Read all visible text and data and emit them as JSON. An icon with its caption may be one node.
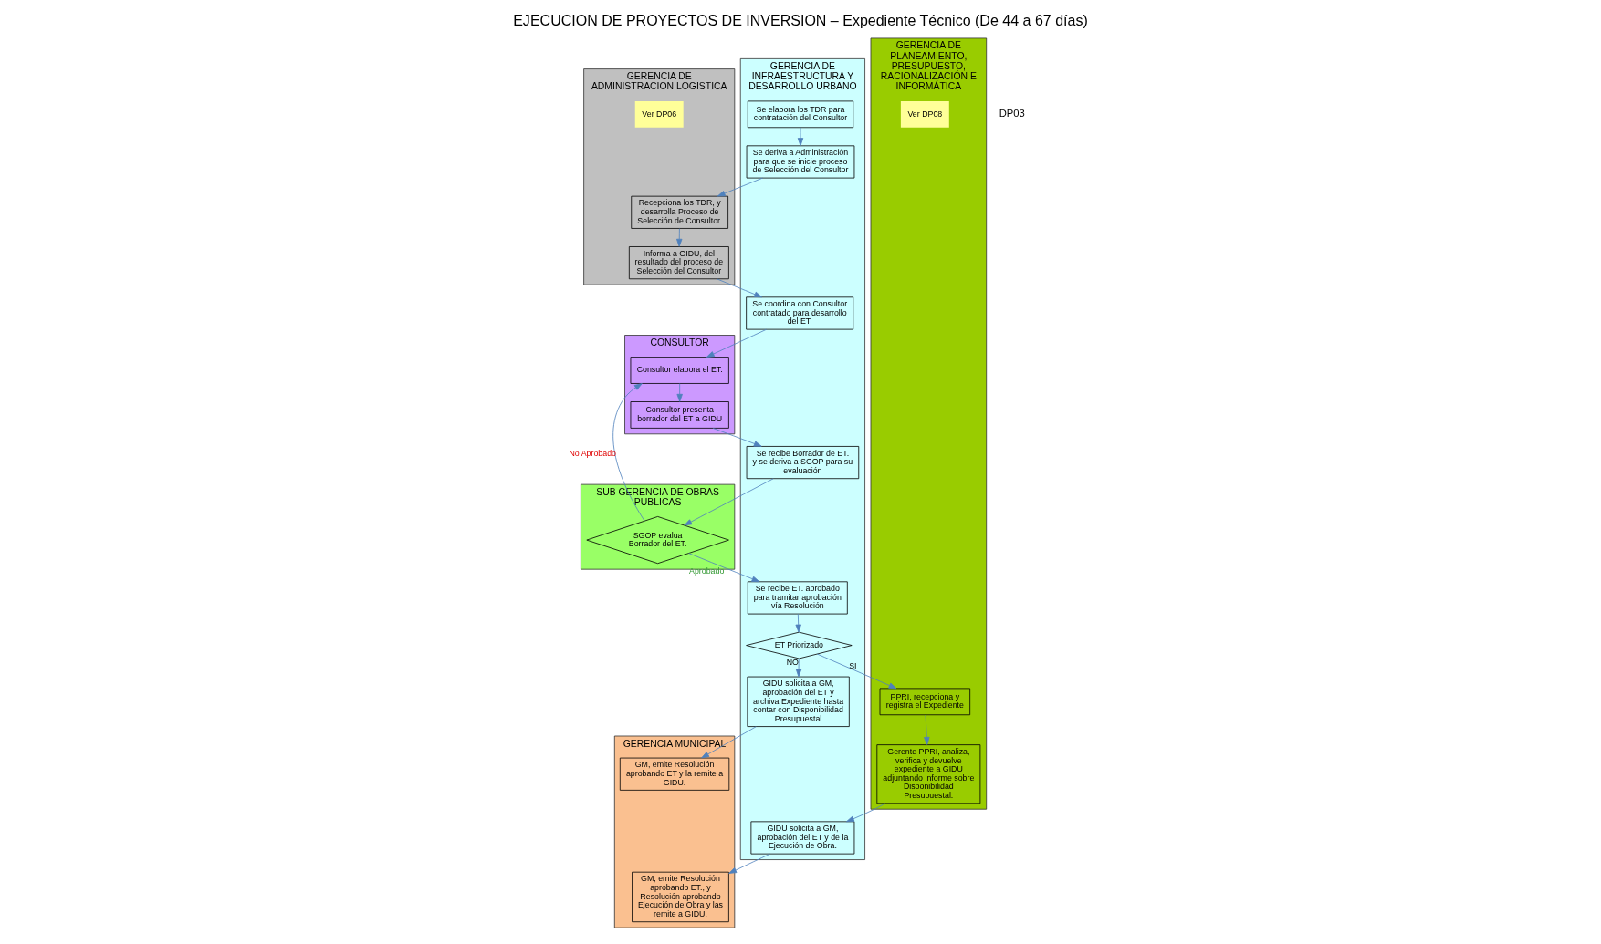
{
  "diagram": {
    "title": "EJECUCION DE PROYECTOS DE INVERSION – Expediente Técnico (De 44 a 67 días)",
    "nodes": [
      {
        "text": [
          "GERENCIA DE INFRAESTRUCTURA Y DESARROLLO URBANO"
        ]
      },
      {
        "text": [
          "GERENCIA DE ADMINISTRACION LOGISTICA"
        ]
      },
      {
        "text": [
          "CONSULTOR"
        ]
      },
      {
        "text": [
          "SUB GERENCIA DE OBRAS PUBLICAS"
        ]
      },
      {
        "text": [
          "GERENCIA DE PLANEAMIENTO, PRESUPUESTO, RACIONALIZACIÓN E INFORMÁTICA"
        ]
      },
      {
        "text": [
          "GERENCIA MUNICIPAL"
        ]
      },
      {
        "text": [
          "Se elabora los TDR para contratación del Consultor"
        ],
        "in": 0
      },
      {
        "text": [
          "Se deriva a Administración para que se inicie proceso de Selección del Consultor"
        ],
        "in": 0
      },
      {
        "text": [
          "Se coordina con Consultor contratado para desarrollo del ET."
        ],
        "in": 0
      },
      {
        "text": [
          "Se recibe Borrador de ET. y se deriva a SGOP para su evaluación"
        ],
        "in": 0
      },
      {
        "text": [
          "Se recibe ET. aprobado para tramitar aprobación vía Resolución"
        ],
        "in": 0
      },
      {
        "text": [
          "ET Priorizado"
        ],
        "in": 0
      },
      {
        "text": [
          "GIDU solicita a GM, aprobación del ET y de la Ejecución de Obra."
        ],
        "in": 0
      },
      {
        "text": [
          "GIDU solicita a GM, aprobación del ET y archiva Expediente hasta contar con Disponibilidad Presupuestal"
        ],
        "in": 0
      },
      {
        "text": [
          "Recepciona los TDR, y desarrolla Proceso de Selección de Consultor."
        ],
        "in": 1
      },
      {
        "text": [
          "Informa a GIDU, del resultado del proceso de Selección del Consultor"
        ],
        "in": 1
      },
      {
        "text": [
          "Ver DP06"
        ],
        "in": 1
      },
      {
        "text": [
          "Consultor elabora el ET."
        ],
        "in": 2
      },
      {
        "text": [
          "Consultor presenta borrador del ET a GIDU"
        ],
        "in": 2
      },
      {
        "text": [
          "SGOP evalua Borrador del ET."
        ],
        "in": 3
      },
      {
        "text": [
          "PPRI, recepciona y registra el Expediente"
        ],
        "in": 4
      },
      {
        "text": [
          "Gerente PPRI, analiza, verifica y devuelve expediente a GIDU adjuntando informe sobre Disponibilidad Presupuestal."
        ],
        "in": 4
      },
      {
        "text": [
          "Ver DP08"
        ],
        "in": 4
      },
      {
        "text": [
          "GM, emite Resolución aprobando ET., y Resolución aprobando Ejecución de Obra y las remite a GIDU."
        ],
        "in": 5
      },
      {
        "text": [
          "GM, emite Resolución aprobando ET y la remite a GIDU."
        ],
        "in": 5
      }
    ],
    "edges": [
      {
        "from": 6,
        "to": 7,
        "arrow": "to"
      },
      {
        "from": 7,
        "to": 14,
        "arrow": "to"
      },
      {
        "from": 14,
        "to": 15,
        "arrow": "to"
      },
      {
        "from": 15,
        "to": 8,
        "arrow": "to"
      },
      {
        "from": 8,
        "to": 17,
        "arrow": "to"
      },
      {
        "from": 17,
        "to": 18,
        "arrow": "to"
      },
      {
        "from": 18,
        "to": 9,
        "arrow": "to"
      },
      {
        "from": 9,
        "to": 19,
        "arrow": "to"
      },
      {
        "from": 19,
        "to": 17,
        "arrow": "to",
        "label": "No Aprobado"
      },
      {
        "from": 19,
        "to": 10,
        "arrow": "to",
        "label": "Aprobado"
      },
      {
        "from": 10,
        "to": 11,
        "arrow": "to"
      },
      {
        "from": 11,
        "to": 20,
        "arrow": "to",
        "label": "SI"
      },
      {
        "from": 11,
        "to": 13,
        "arrow": "to",
        "label": "NO"
      },
      {
        "from": 20,
        "to": 21,
        "arrow": "to"
      },
      {
        "from": 21,
        "to": 12,
        "arrow": "to"
      },
      {
        "from": 12,
        "to": 23,
        "arrow": "to"
      },
      {
        "from": 13,
        "to": 24,
        "arrow": "to"
      }
    ],
    "labels": [
      "DP03"
    ]
  }
}
